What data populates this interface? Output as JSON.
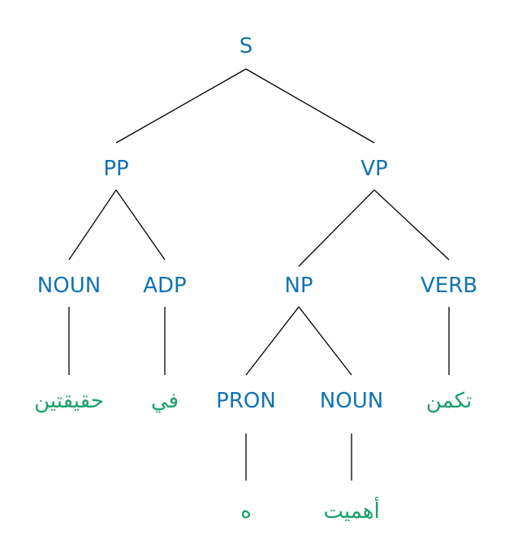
{
  "tree": {
    "root": "S",
    "pp": "PP",
    "vp": "VP",
    "noun1": "NOUN",
    "adp": "ADP",
    "np": "NP",
    "verb": "VERB",
    "pron": "PRON",
    "noun2": "NOUN"
  },
  "words": {
    "w_noun1": "حقيقتين",
    "w_adp": "في",
    "w_verb": "تكمن",
    "w_pron": "ه",
    "w_noun2": "أهميت"
  },
  "colors": {
    "category": "#1273b3",
    "word": "#1a9f6a",
    "edge": "#000000"
  }
}
